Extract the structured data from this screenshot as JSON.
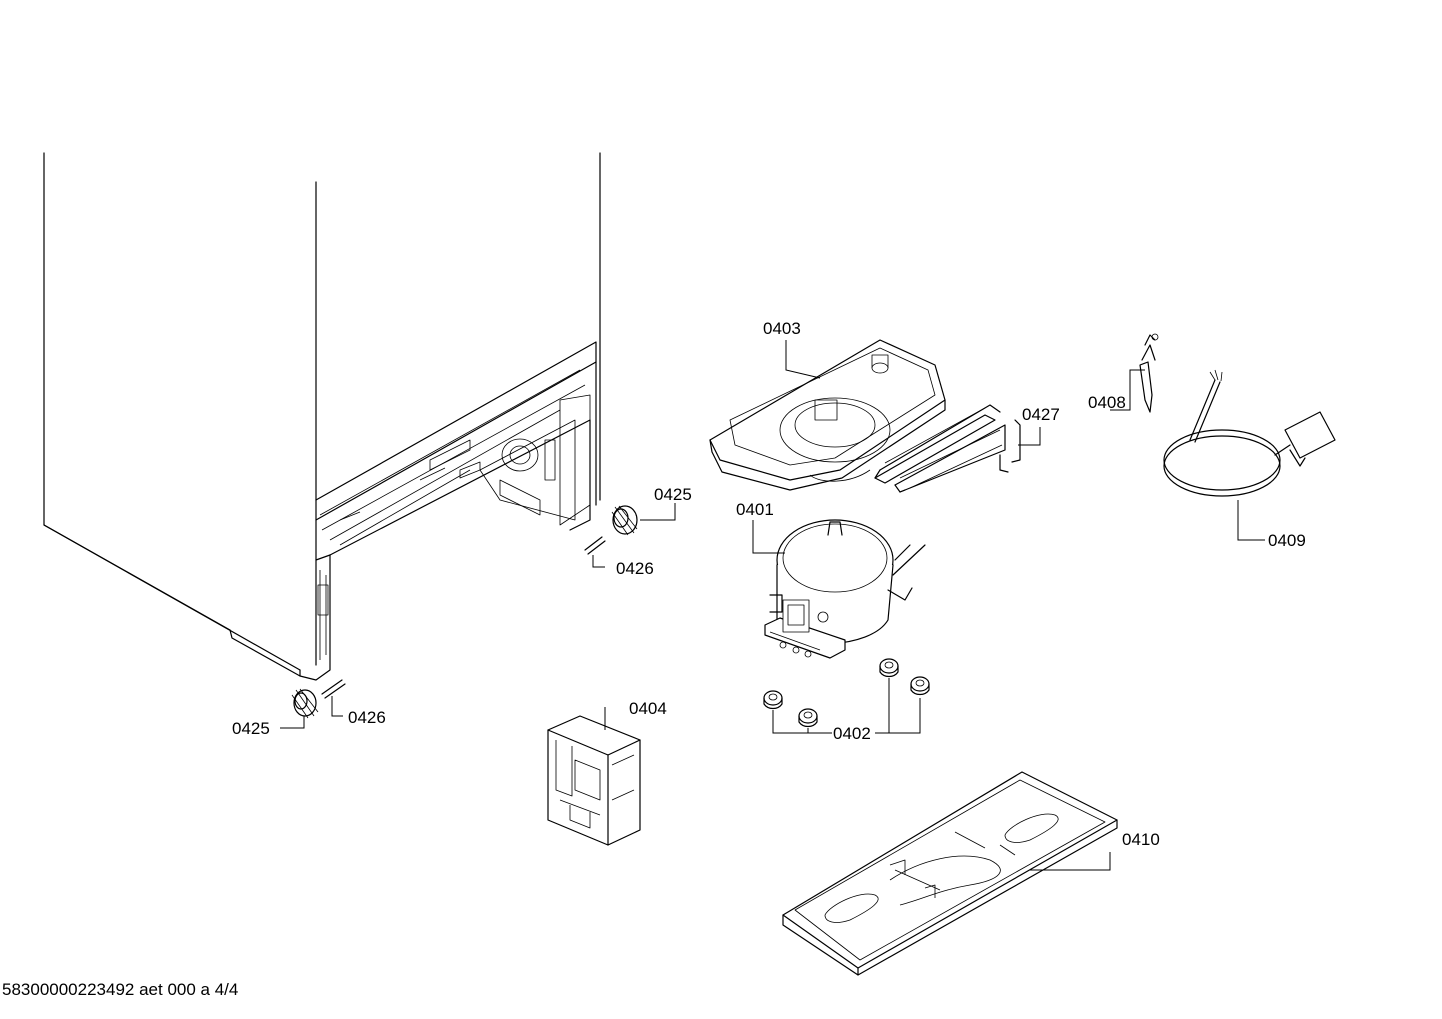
{
  "parts": [
    {
      "id": "0401",
      "label": "0401"
    },
    {
      "id": "0402",
      "label": "0402"
    },
    {
      "id": "0403",
      "label": "0403"
    },
    {
      "id": "0404",
      "label": "0404"
    },
    {
      "id": "0408",
      "label": "0408"
    },
    {
      "id": "0409",
      "label": "0409"
    },
    {
      "id": "0410",
      "label": "0410"
    },
    {
      "id": "0425a",
      "label": "0425"
    },
    {
      "id": "0425b",
      "label": "0425"
    },
    {
      "id": "0426a",
      "label": "0426"
    },
    {
      "id": "0426b",
      "label": "0426"
    },
    {
      "id": "0427",
      "label": "0427"
    }
  ],
  "footer": "58300000223492 aet 000 a 4/4"
}
